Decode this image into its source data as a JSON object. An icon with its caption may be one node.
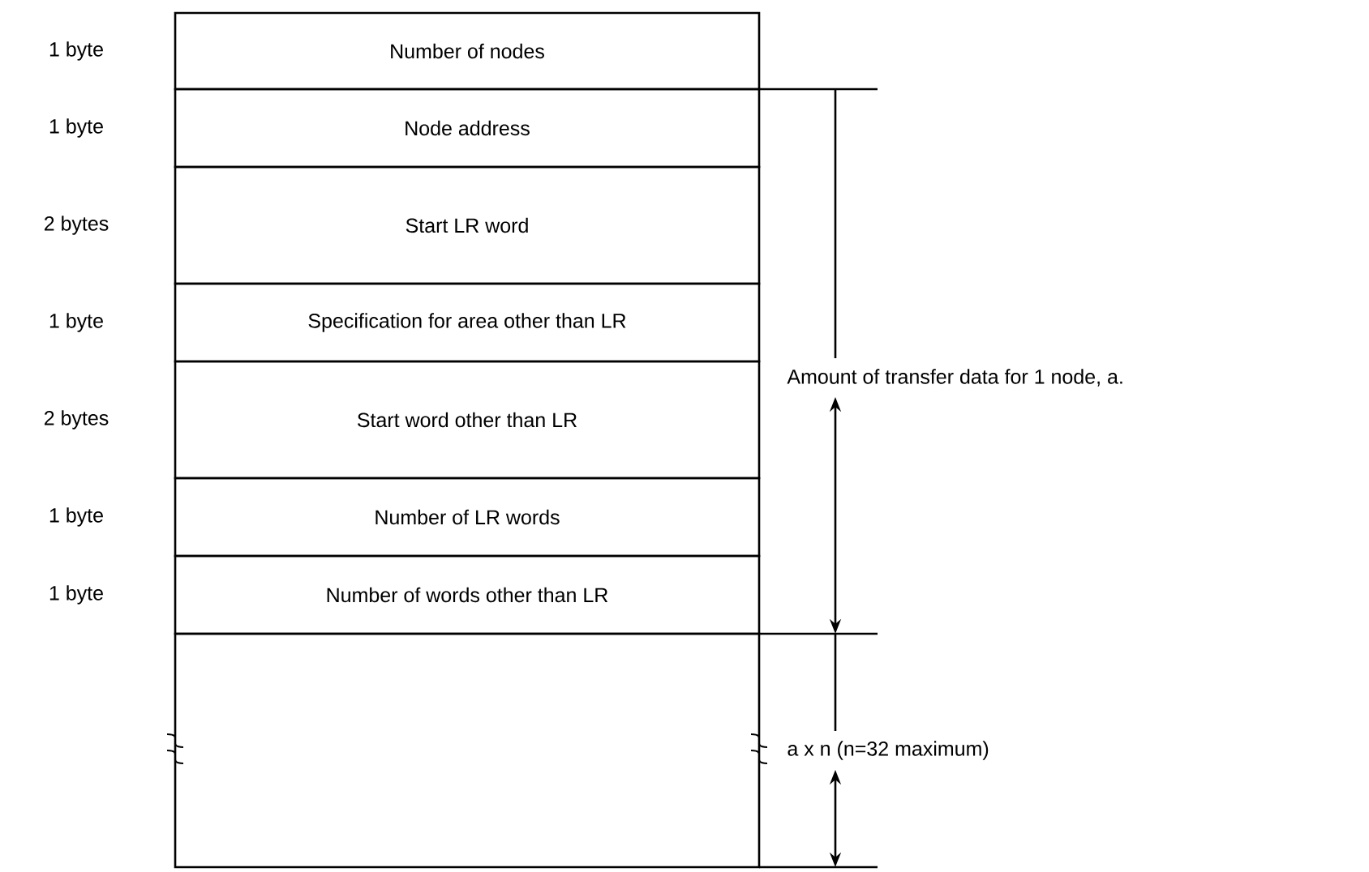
{
  "diagram": {
    "nodes": [
      {
        "text": [
          "Number of nodes"
        ],
        "beside": [
          "1 byte"
        ]
      },
      {
        "text": [
          "Node address"
        ],
        "beside": [
          "1 byte"
        ]
      },
      {
        "text": [
          "Start LR word"
        ],
        "beside": [
          "2 bytes"
        ]
      },
      {
        "text": [
          "Specification for area other than LR"
        ],
        "beside": [
          "1 byte"
        ]
      },
      {
        "text": [
          "Start word other than LR"
        ],
        "beside": [
          "2 bytes"
        ]
      },
      {
        "text": [
          "Number of LR words"
        ],
        "beside": [
          "1 byte"
        ]
      },
      {
        "text": [
          "Number of words other than LR"
        ],
        "beside": [
          "1 byte"
        ]
      },
      {
        "text": [],
        "shape": "box"
      }
    ],
    "labels": [
      "Amount of transfer data for 1 node, a.",
      "a x n (n=32 maximum)"
    ]
  }
}
